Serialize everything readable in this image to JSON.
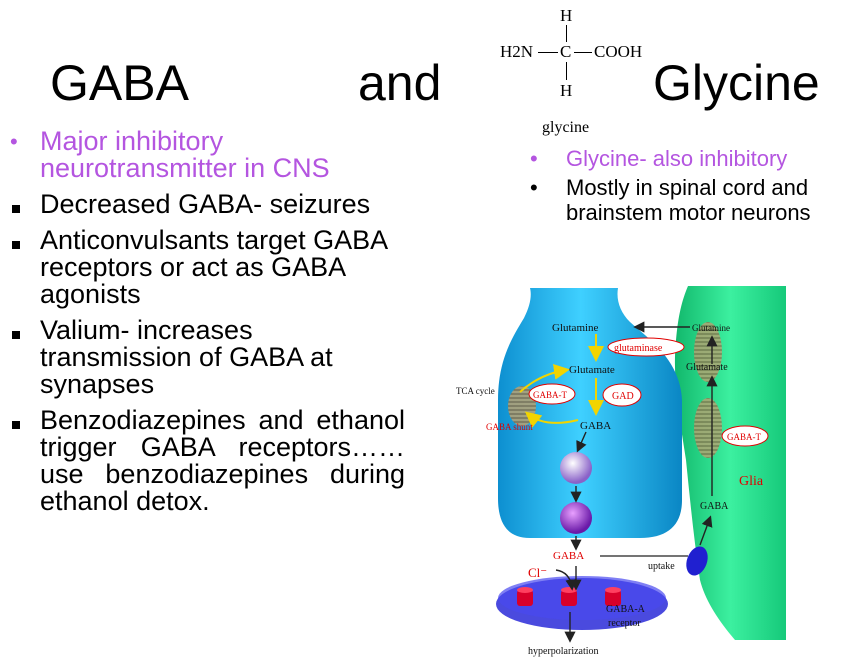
{
  "title": {
    "left": "GABA",
    "middle": "and",
    "right": "Glycine"
  },
  "molecule": {
    "top_h": "H",
    "amine": "H2N",
    "carbon": "C",
    "acid": "COOH",
    "bottom_h": "H",
    "caption": "glycine"
  },
  "left_bullets": [
    {
      "marker": "•",
      "text": "Major inhibitory neurotransmitter in CNS",
      "color": "#b455e0"
    },
    {
      "marker": "▪",
      "text": "Decreased GABA- seizures"
    },
    {
      "marker": "▪",
      "text": "Anticonvulsants target GABA receptors or act as GABA agonists"
    },
    {
      "marker": "▪",
      "text": "Valium- increases transmission of GABA at synapses"
    },
    {
      "marker": "▪",
      "text": "Benzodiazepines and ethanol trigger GABA receptors……use benzodiazepines during ethanol detox."
    }
  ],
  "right_bullets": [
    {
      "marker": "•",
      "text": "Glycine- also inhibitory",
      "color": "#b455e0"
    },
    {
      "marker": "•",
      "text": "Mostly in spinal cord and brainstem motor neurons"
    }
  ],
  "diagram": {
    "glutamine": "Glutamine",
    "glutaminase": "glutaminase",
    "glutamate": "Glutamate",
    "tca_cycle": "TCA cycle",
    "gaba_t": "GABA-T",
    "gad": "GAD",
    "gaba_shunt": "GABA shunt",
    "gaba": "GABA",
    "glia_glutamine": "Glutamine",
    "glia_glutamate": "Glutamate",
    "glia_gaba_t": "GABA-T",
    "glia": "Glia",
    "glia_gaba": "GABA",
    "cleft_gaba": "GABA",
    "chloride": "Cl⁻",
    "uptake": "uptake",
    "gaba_a": "GABA-A",
    "receptor": "receptor",
    "hyperpolarization": "hyperpolarization",
    "colors": {
      "neuron": "#17b4f0",
      "glia": "#22e38e",
      "receptor_disc": "#2a2ad8",
      "label_red": "#e00000",
      "arrow_yellow": "#f2d400"
    }
  }
}
